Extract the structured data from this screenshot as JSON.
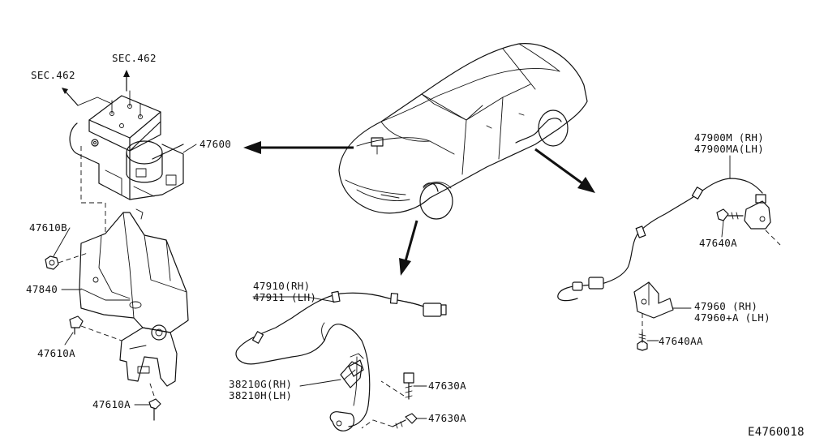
{
  "diagram": {
    "id": "E4760018",
    "sections": {
      "sec_top": "SEC.462",
      "sec_left": "SEC.462"
    },
    "parts": {
      "actuator": "47600",
      "nut": "47610B",
      "bracket": "47840",
      "bolt_mid": "47610A",
      "bolt_bottom": "47610A",
      "front_sensor_rh": "47910(RH)",
      "front_sensor_lh": "47911 (LH)",
      "rear_sensor_rh": "47900M (RH)",
      "rear_sensor_lh": "47900MA(LH)",
      "rear_bolt": "47640A",
      "rear_bracket_rh": "47960   (RH)",
      "rear_bracket_lh": "47960+A (LH)",
      "rear_bracket_bolt": "47640AA",
      "rotor_rh": "38210G(RH)",
      "rotor_lh": "38210H(LH)",
      "front_bolt_upper": "47630A",
      "front_bolt_lower": "47630A"
    }
  }
}
